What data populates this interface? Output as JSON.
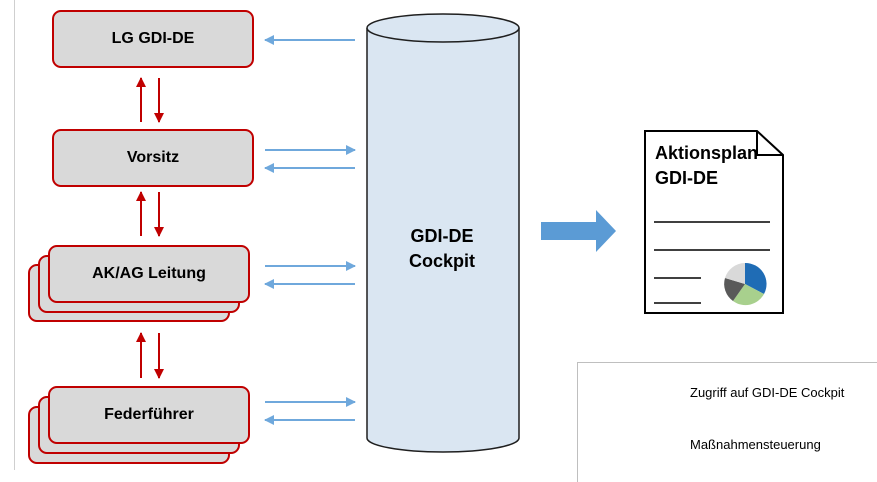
{
  "boxes": {
    "lg": "LG GDI-DE",
    "vorsitz": "Vorsitz",
    "akag": "AK/AG Leitung",
    "federfuehrer": "Federführer"
  },
  "cylinder": {
    "line1": "GDI-DE",
    "line2": "Cockpit"
  },
  "document": {
    "line1": "Aktionsplan",
    "line2": "GDI-DE"
  },
  "legend": {
    "access_label": "Zugriff auf GDI-DE Cockpit",
    "control_label": "Maßnahmensteuerung"
  },
  "colors": {
    "box_fill": "#d9d9d9",
    "box_border": "#c00000",
    "blue_arrow": "#6fa8dc",
    "red_arrow": "#c00000",
    "cylinder_fill": "#dae6f2",
    "big_arrow": "#5b9bd5",
    "pie": [
      "#1f6cb5",
      "#a8d08d",
      "#595959",
      "#d9d9d9"
    ]
  }
}
